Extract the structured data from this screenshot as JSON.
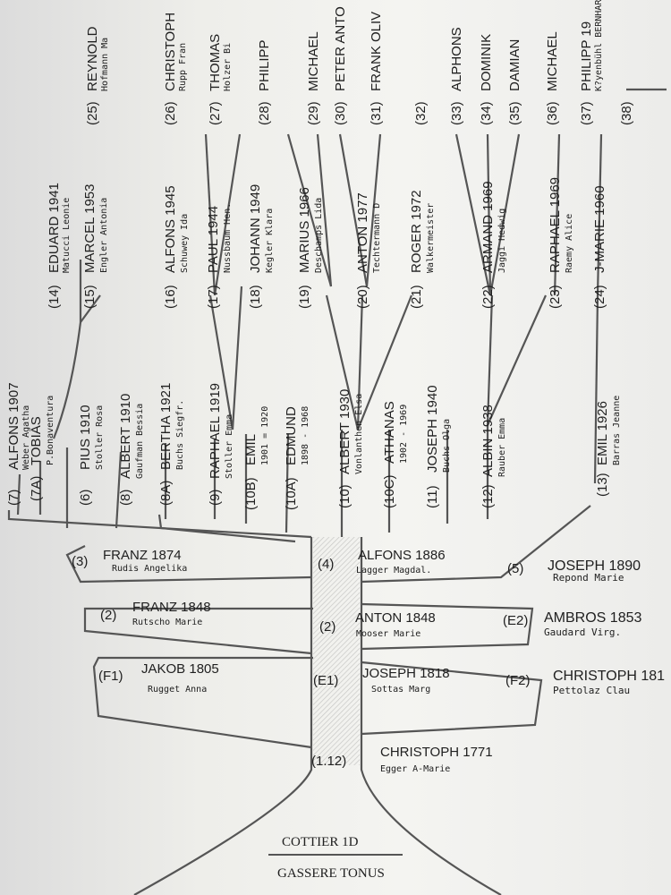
{
  "branches": [
    {
      "id": "b7",
      "num": "(7)",
      "name": "ALFONS 1907",
      "spouse": "Weber Agatha"
    },
    {
      "id": "b7a",
      "num": "(7A)",
      "name": "TOBIAS",
      "spouse": "P.Bonaventura"
    },
    {
      "id": "b6",
      "num": "(6)",
      "name": "PIUS 1910",
      "spouse": "Stoller Rosa"
    },
    {
      "id": "b8",
      "num": "(8)",
      "name": "ALBERT 1910",
      "spouse": "Gaufman Bessia"
    },
    {
      "id": "b8a",
      "num": "(8A)",
      "name": "BERTHA 1921",
      "spouse": "Buchs Siegfr."
    },
    {
      "id": "b9",
      "num": "(9)",
      "name": "RAPHAEL 1919",
      "spouse": "Stoller Emma"
    },
    {
      "id": "b10b",
      "num": "(10B)",
      "name": "EMIL",
      "spouse": "1901 = 1920"
    },
    {
      "id": "b10a",
      "num": "(10A)",
      "name": "EDMUND",
      "spouse": "1898 - 1968"
    },
    {
      "id": "b10",
      "num": "(10)",
      "name": "ALBERT 1930",
      "spouse": "Vonlanthen Elsa"
    },
    {
      "id": "b10c",
      "num": "(10C)",
      "name": "ATHANAS",
      "spouse": "1902 - 1969"
    },
    {
      "id": "b11",
      "num": "(11)",
      "name": "JOSEPH 1940",
      "spouse": "Buchs Olga"
    },
    {
      "id": "b12",
      "num": "(12)",
      "name": "ALBIN 1938",
      "spouse": "Rauber Emma"
    },
    {
      "id": "b13",
      "num": "(13)",
      "name": "EMIL 1926",
      "spouse": "Barras Jeanne"
    }
  ],
  "upper": [
    {
      "id": "u14",
      "num": "(14)",
      "name": "EDUARD 1941",
      "spouse": "Matucci Leonie"
    },
    {
      "id": "u15",
      "num": "(15)",
      "name": "MARCEL 1953",
      "spouse": "Engler Antonia"
    },
    {
      "id": "u16",
      "num": "(16)",
      "name": "ALFONS 1945",
      "spouse": "Schuwey Ida"
    },
    {
      "id": "u17",
      "num": "(17)",
      "name": "PAUL 1944",
      "spouse": "Nussbaum Hen."
    },
    {
      "id": "u18",
      "num": "(18)",
      "name": "JOHANN 1949",
      "spouse": "Kegler Klara"
    },
    {
      "id": "u19",
      "num": "(19)",
      "name": "MARIUS 1966",
      "spouse": "Deschamps Lida"
    },
    {
      "id": "u20",
      "num": "(20)",
      "name": "ANTON 1977",
      "spouse": "Techtermann D"
    },
    {
      "id": "u21",
      "num": "(21)",
      "name": "ROGER 1972",
      "spouse": "Walkermeister"
    },
    {
      "id": "u22",
      "num": "(22)",
      "name": "ARMAND 1969",
      "spouse": "Jaggi Hedwig"
    },
    {
      "id": "u23",
      "num": "(23)",
      "name": "RAPHAEL 1969",
      "spouse": "Raemy Alice"
    },
    {
      "id": "u24",
      "num": "(24)",
      "name": "J-MARIE 1960",
      "spouse": ""
    }
  ],
  "top": [
    {
      "id": "t25",
      "num": "(25)",
      "name": "REYNOLD",
      "spouse": "Hofmann Ma"
    },
    {
      "id": "t26",
      "num": "(26)",
      "name": "CHRISTOPH",
      "spouse": "Rupp Fran"
    },
    {
      "id": "t27",
      "num": "(27)",
      "name": "THOMAS",
      "spouse": "Holzer Bi"
    },
    {
      "id": "t28",
      "num": "(28)",
      "name": "PHILIPP",
      "spouse": ""
    },
    {
      "id": "t29",
      "num": "(29)",
      "name": "MICHAEL",
      "spouse": ""
    },
    {
      "id": "t30",
      "num": "(30)",
      "name": "PETER ANTO",
      "spouse": ""
    },
    {
      "id": "t31",
      "num": "(31)",
      "name": "FRANK OLIV",
      "spouse": ""
    },
    {
      "id": "t32",
      "num": "(32)",
      "name": "",
      "spouse": ""
    },
    {
      "id": "t33",
      "num": "(33)",
      "name": "ALPHONS",
      "spouse": ""
    },
    {
      "id": "t34",
      "num": "(34)",
      "name": "DOMINIK",
      "spouse": ""
    },
    {
      "id": "t35",
      "num": "(35)",
      "name": "DAMIAN",
      "spouse": ""
    },
    {
      "id": "t36",
      "num": "(36)",
      "name": "MICHAEL",
      "spouse": ""
    },
    {
      "id": "t37",
      "num": "(37)",
      "name": "PHILIPP 19",
      "spouse": "K?yenbühl BERNHARD"
    },
    {
      "id": "t38",
      "num": "(38)",
      "name": "",
      "spouse": ""
    }
  ],
  "trunk": [
    {
      "id": "n3",
      "num": "(3)",
      "name": "FRANZ 1874",
      "spouse": "Rudis Angelika"
    },
    {
      "id": "n4",
      "num": "(4)",
      "name": "ALFONS 1886",
      "spouse": "Lagger Magdal."
    },
    {
      "id": "n5",
      "num": "(5)",
      "name": "JOSEPH 1890",
      "spouse": "Repond Marie"
    },
    {
      "id": "n2l",
      "num": "(2)",
      "name": "FRANZ 1848",
      "spouse": "Rutscho Marie"
    },
    {
      "id": "n2",
      "num": "(2)",
      "name": "ANTON 1848",
      "spouse": "Mooser Marie"
    },
    {
      "id": "ne2",
      "num": "(E2)",
      "name": "AMBROS 1853",
      "spouse": "Gaudard Virg."
    },
    {
      "id": "nf1",
      "num": "(F1)",
      "name": "JAKOB 1805",
      "spouse": "Rugget Anna"
    },
    {
      "id": "ne1",
      "num": "(E1)",
      "name": "JOSEPH 1818",
      "spouse": "Sottas Marg"
    },
    {
      "id": "nf2",
      "num": "(F2)",
      "name": "CHRISTOPH 181",
      "spouse": "Pettolaz Clau"
    },
    {
      "id": "n1",
      "num": "(1.12)",
      "name": "CHRISTOPH 1771",
      "spouse": "Egger A-Marie"
    }
  ],
  "plate": {
    "line1": "COTTIER 1D",
    "line2": "GASSERE TONUS"
  },
  "colors": {
    "ink": "#202020",
    "paper": "#f0f0ec",
    "trunk": "#555555"
  }
}
